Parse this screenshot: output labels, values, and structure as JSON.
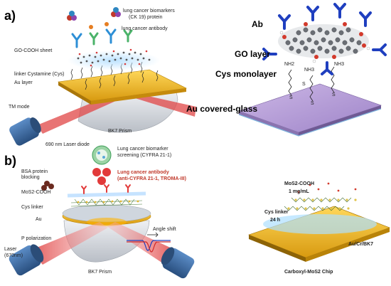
{
  "panel_a": {
    "letter": "a)",
    "biomarkers_line1": "lung cancer biomarkers",
    "biomarkers_line2": "(CK 19) protein",
    "antibody": "lung cancer antibody",
    "go_sheet": "GO-COOH sheet",
    "linker": "linker Cystamine (Cys)",
    "au_layer": "Au layer",
    "tm_mode": "TM mode",
    "laser": "690 nm Laser diode",
    "prism": "BK7 Prism",
    "right_ab": "Ab",
    "right_go": "GO layer",
    "right_cys": "Cys monolayer",
    "right_au": "Au covered-glass",
    "nh2": "NH2",
    "nh3a": "NH3",
    "nh3b": "NH3",
    "s1": "S",
    "s2": "S",
    "s3": "S",
    "s4": "S"
  },
  "panel_b": {
    "letter": "b)",
    "screening_line1": "Lung cancer biomarker",
    "screening_line2": "screening (CYFRA 21-1)",
    "antibody_line1": "Lung cancer antibody",
    "antibody_line2": "(anti-CYFRA 21-1, TROMA-III)",
    "bsa_line1": "BSA protein",
    "bsa_line2": "blocking",
    "mos2": "MoS2-COOH",
    "cys": "Cys linker",
    "au": "Au",
    "p_pol": "P polarization",
    "laser_line1": "Laser",
    "laser_line2": "(670nm)",
    "prism": "BK7 Prism",
    "angle_shift": "Angle shift",
    "right_mos2_line1": "MoS2-COOH",
    "right_mos2_line2": "1 mg/mL",
    "right_cys_line1": "Cys linker",
    "right_cys_line2": "24 h",
    "right_layers": "Au/Cr/BK7",
    "right_chip": "Carboxyl-MoS2 Chip"
  },
  "colors": {
    "gold": "#f2b81f",
    "prism": "#d9dde3",
    "laser_red": "#e04646",
    "laser_body": "#3f6fa6",
    "antibody_blue": "#1f3fbf",
    "purple_glass": "#b59cd6"
  }
}
